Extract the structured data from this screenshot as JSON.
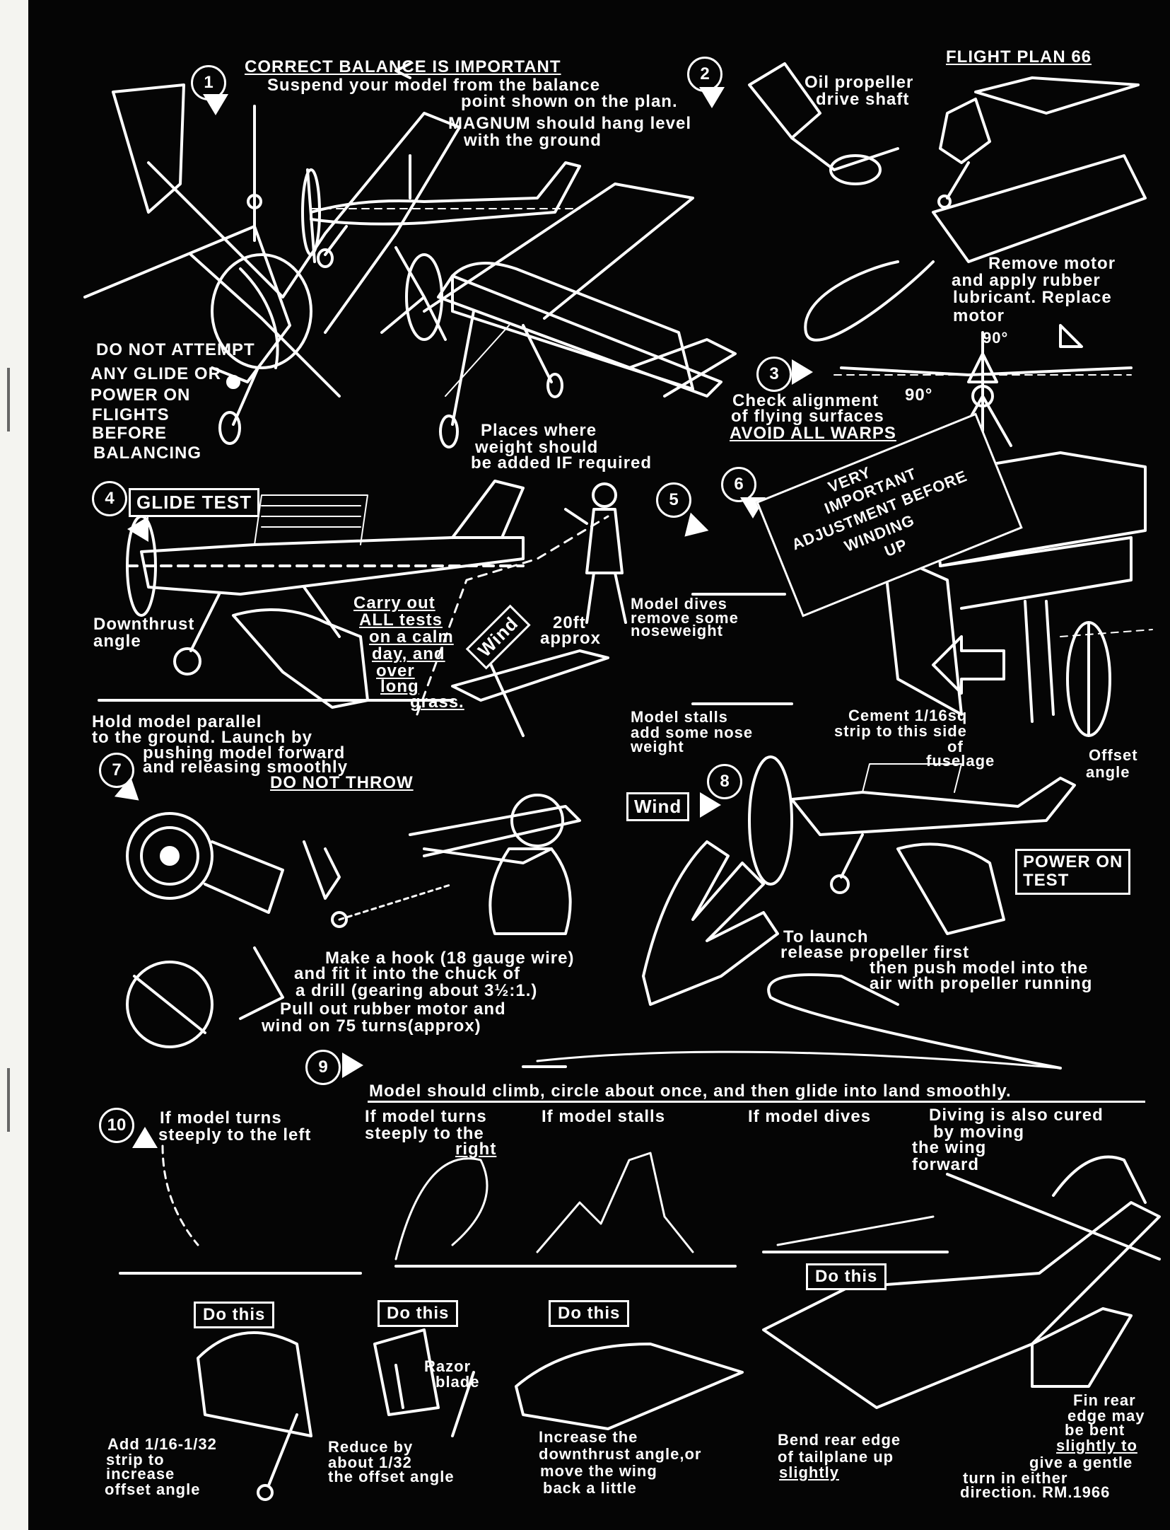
{
  "header": {
    "title": "FLIGHT PLAN 66"
  },
  "step1": {
    "num": "1",
    "heading": "CORRECT BALANCE IS IMPORTANT",
    "lines": [
      "Suspend your model  from the balance",
      "point shown  on the plan.",
      "MAGNUM should hang level",
      "with the ground"
    ],
    "warning": [
      "DO NOT ATTEMPT",
      "ANY GLIDE OR",
      "POWER ON",
      "FLIGHTS",
      "BEFORE",
      "BALANCING"
    ],
    "weight_note": [
      "Places where",
      "weight should",
      "be added IF required"
    ]
  },
  "step2": {
    "num": "2",
    "oil": [
      "Oil propeller",
      "drive shaft"
    ],
    "motor": [
      "Remove motor",
      "and apply rubber",
      "lubricant. Replace",
      "motor"
    ],
    "angle_top": "90°"
  },
  "step3": {
    "num": "3",
    "lines": [
      "Check alignment",
      "of flying surfaces"
    ],
    "warps": "AVOID ALL WARPS",
    "angle": "90°"
  },
  "step4": {
    "num": "4",
    "box": "GLIDE TEST",
    "downthrust": [
      "Downthrust",
      "angle"
    ],
    "carry": [
      "Carry out",
      "ALL tests",
      "on a calm",
      "day, and",
      "over",
      "long",
      "grass."
    ],
    "hold": [
      "Hold model parallel",
      "to the ground. Launch  by",
      "pushing model forward",
      "and  releasing smoothly"
    ],
    "throw": "DO NOT THROW",
    "wind": "Wind",
    "distance": [
      "20ft",
      "approx"
    ]
  },
  "step5": {
    "num": "5",
    "dives": [
      "Model dives",
      "remove some",
      "noseweight"
    ],
    "stalls": [
      "Model stalls",
      "add some nose",
      "weight"
    ]
  },
  "step6": {
    "num": "6",
    "banner": [
      "VERY",
      "IMPORTANT",
      "ADJUSTMENT BEFORE",
      "WINDING",
      "UP"
    ],
    "cement": [
      "Cement 1/16sq",
      "strip to this side",
      "of",
      "fuselage"
    ],
    "offset": [
      "Offset",
      "angle"
    ]
  },
  "step7": {
    "num": "7",
    "hook": [
      "Make a hook (18 gauge wire)",
      "and  fit  it into the chuck  of",
      "a drill  (gearing  about  3½:1.)"
    ],
    "pull": [
      "Pull out rubber motor and",
      "wind on  75 turns(approx)"
    ]
  },
  "step8": {
    "num": "8",
    "wind": "Wind",
    "box": [
      "POWER ON",
      "TEST"
    ],
    "launch": [
      "To launch",
      "release propeller first",
      "then  push model into the",
      "air   with propeller running"
    ]
  },
  "step9": {
    "num": "9",
    "text": "Model should  climb,  circle  about once, and then  glide into  land smoothly."
  },
  "step10": {
    "num": "10",
    "left": [
      "If model turns",
      "steeply to the left"
    ],
    "right": [
      "If model turns",
      "steeply to the",
      "right"
    ],
    "stalls": "If model stalls",
    "dives": "If model dives",
    "diving": [
      "Diving is also cured",
      "by moving",
      "the wing",
      "forward"
    ],
    "do_this": "Do this",
    "add": [
      "Add 1/16-1/32",
      "strip to",
      "increase",
      "offset angle"
    ],
    "razor": [
      "Razor",
      "blade"
    ],
    "reduce": [
      "Reduce  by",
      "about  1/32",
      "the offset angle"
    ],
    "increase": [
      "Increase  the",
      "downthrust angle,or",
      "move  the wing",
      "back a little"
    ],
    "bend": [
      "Bend rear edge",
      "of tailplane up",
      "slightly"
    ],
    "fin": [
      "Fin rear",
      "edge may",
      "be bent",
      "slightly to",
      "give a gentle",
      "turn in either",
      "direction.  RM.1966"
    ]
  }
}
